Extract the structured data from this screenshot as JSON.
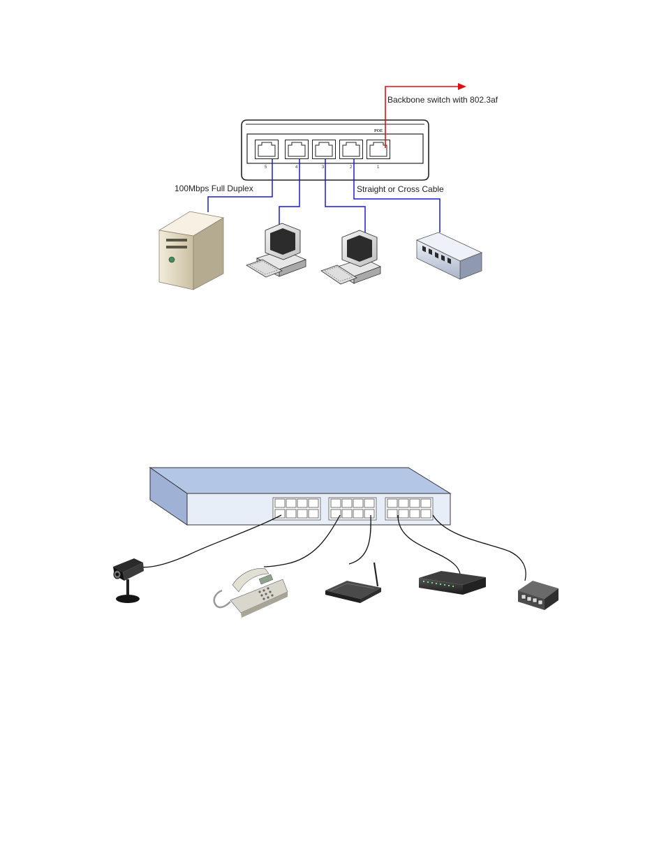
{
  "diagram1": {
    "switch": {
      "poe_label": "POE",
      "ports": [
        "5",
        "4",
        "3",
        "2",
        "1"
      ]
    },
    "labels": {
      "uplink": "Backbone switch with 802.3af",
      "duplex": "100Mbps Full Duplex",
      "cable": "Straight or Cross Cable"
    },
    "colors": {
      "uplink": "#e01010",
      "links": "#1a1ad0"
    }
  },
  "diagram2": {
    "switch": {
      "port_groups": 3,
      "ports_per_group": 8
    },
    "devices": [
      "ip-camera",
      "ip-phone",
      "wireless-access-point",
      "desktop-switch",
      "media-converter"
    ],
    "colors": {
      "switch_face": "#e8eef8",
      "switch_top": "#b4c6e6",
      "cables": "#111111"
    }
  }
}
